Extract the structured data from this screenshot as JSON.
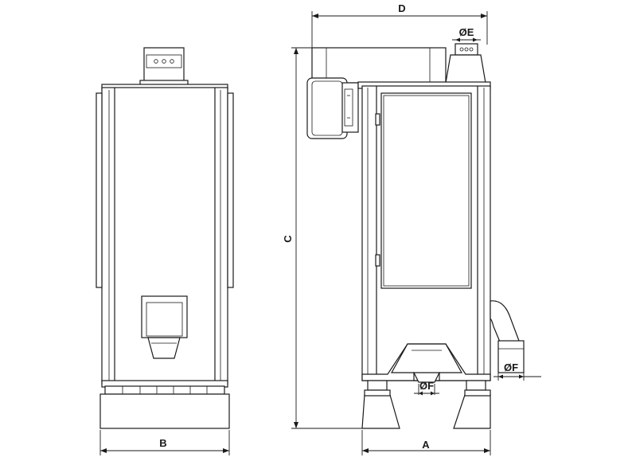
{
  "dimensions": {
    "width_front": "A",
    "width_side": "B",
    "height": "C",
    "depth": "D",
    "outlet_diameter": "ØE",
    "inlet_diameter": "ØF",
    "hopper_diameter": "ØF"
  },
  "colors": {
    "line": "#1a1a1a",
    "background": "#ffffff"
  }
}
